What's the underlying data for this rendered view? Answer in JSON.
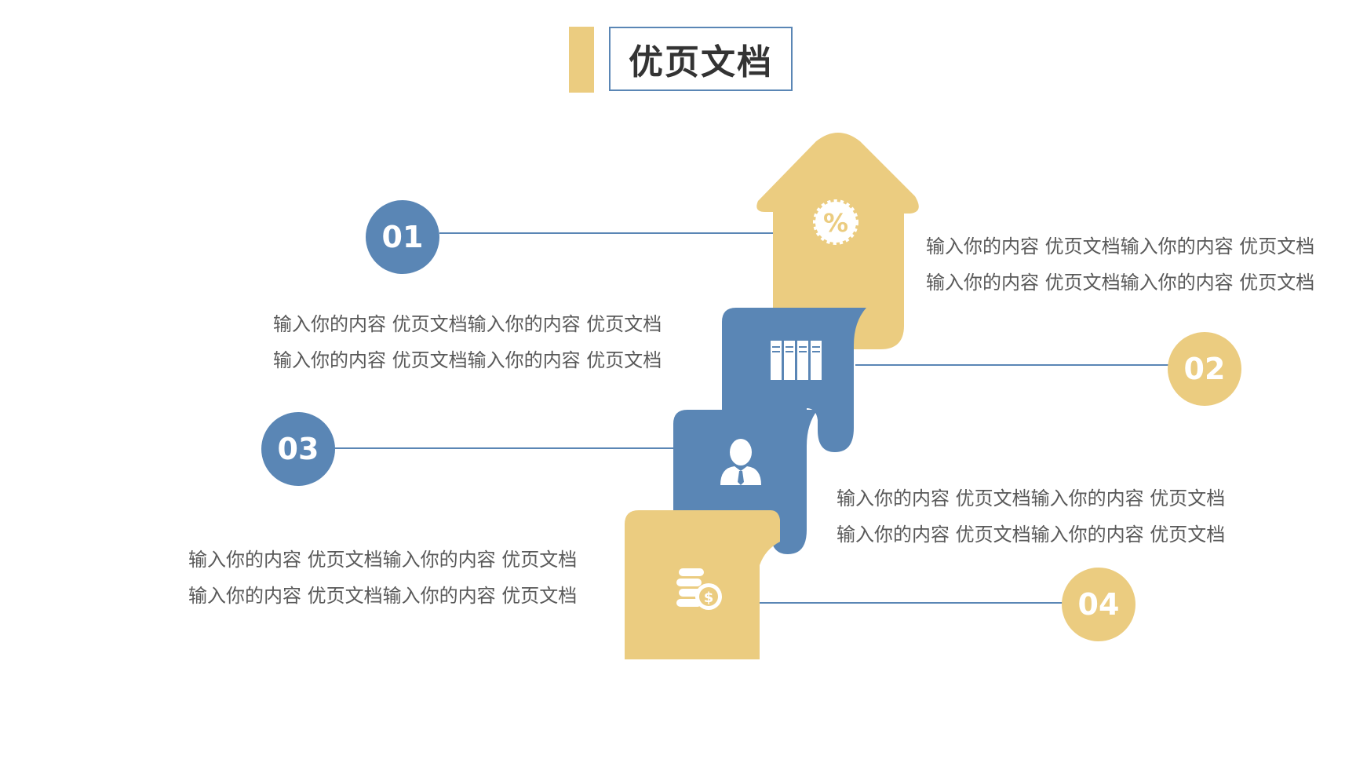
{
  "title": "优页文档",
  "colors": {
    "blue": "#5A86B5",
    "gold": "#EBCC80",
    "text": "#595959",
    "line": "#5A86B5"
  },
  "steps": [
    {
      "number": "01",
      "icon": "percent-badge-icon",
      "text": [
        "输入你的内容 优页文档输入你的内容 优页文档",
        "输入你的内容 优页文档输入你的内容 优页文档"
      ]
    },
    {
      "number": "02",
      "icon": "books-icon",
      "text": [
        "输入你的内容 优页文档输入你的内容 优页文档",
        "输入你的内容 优页文档输入你的内容 优页文档"
      ]
    },
    {
      "number": "03",
      "icon": "businessman-icon",
      "text": [
        "输入你的内容 优页文档输入你的内容 优页文档",
        "输入你的内容 优页文档输入你的内容 优页文档"
      ]
    },
    {
      "number": "04",
      "icon": "coins-icon",
      "text": [
        "输入你的内容 优页文档输入你的内容 优页文档",
        "输入你的内容 优页文档输入你的内容 优页文档"
      ]
    }
  ]
}
